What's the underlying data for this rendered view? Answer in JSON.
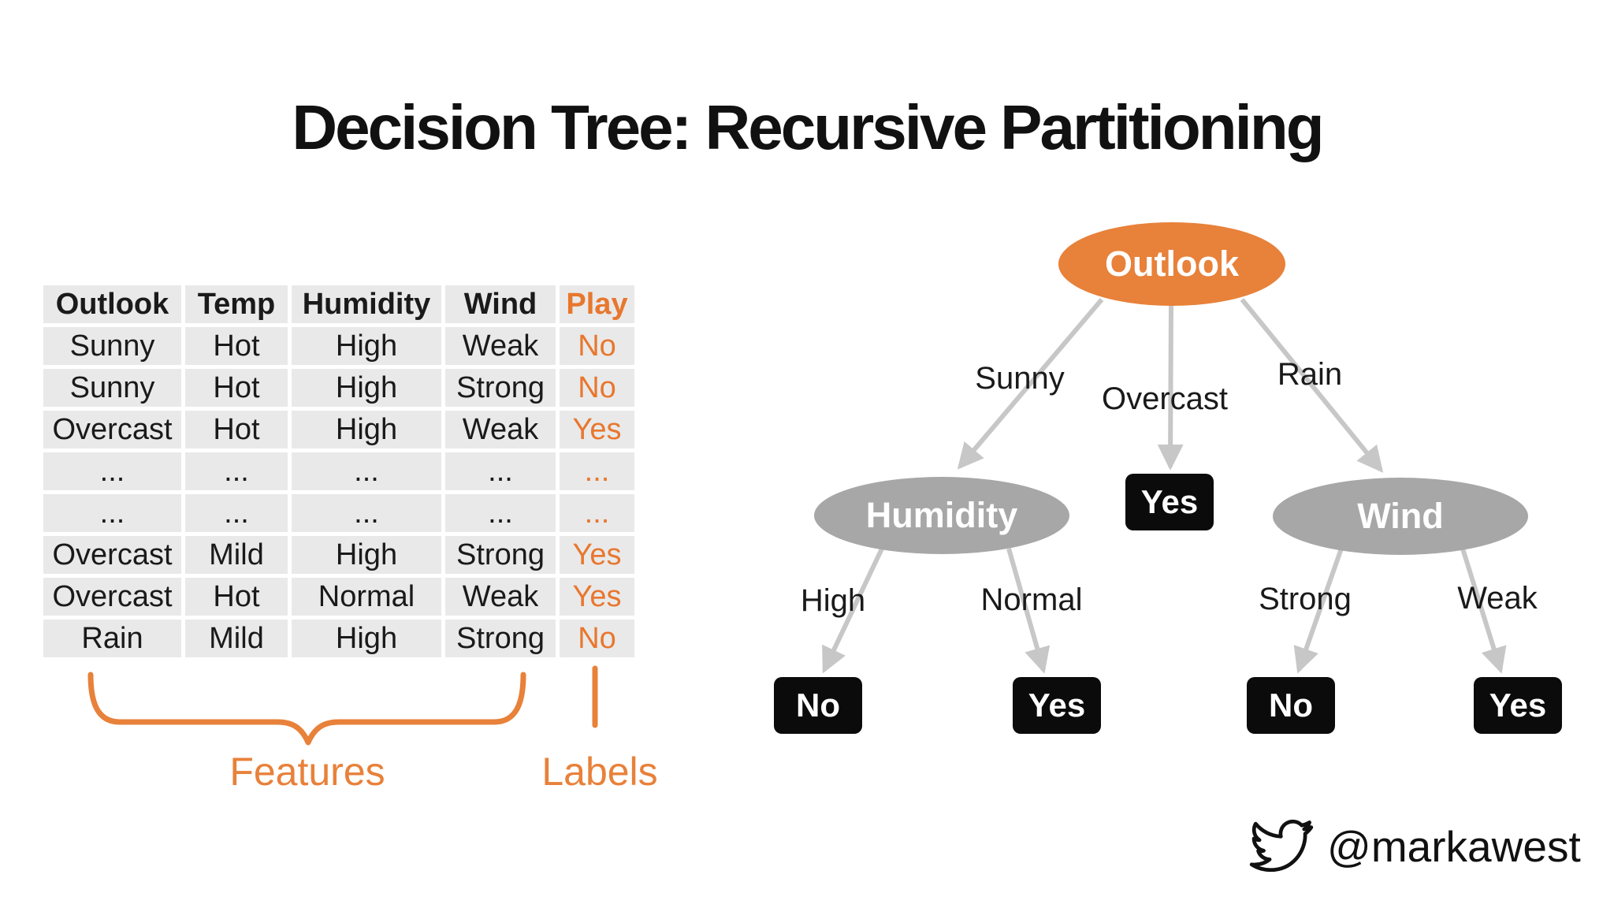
{
  "slide": {
    "title": "Decision Tree: Recursive Partitioning",
    "twitter_handle": "@markawest"
  },
  "table": {
    "columns": [
      "Outlook",
      "Temp",
      "Humidity",
      "Wind",
      "Play"
    ],
    "rows": [
      [
        "Sunny",
        "Hot",
        "High",
        "Weak",
        "No"
      ],
      [
        "Sunny",
        "Hot",
        "High",
        "Strong",
        "No"
      ],
      [
        "Overcast",
        "Hot",
        "High",
        "Weak",
        "Yes"
      ],
      [
        "...",
        "...",
        "...",
        "...",
        "..."
      ],
      [
        "...",
        "...",
        "...",
        "...",
        "..."
      ],
      [
        "Overcast",
        "Mild",
        "High",
        "Strong",
        "Yes"
      ],
      [
        "Overcast",
        "Hot",
        "Normal",
        "Weak",
        "Yes"
      ],
      [
        "Rain",
        "Mild",
        "High",
        "Strong",
        "No"
      ]
    ],
    "annotations": {
      "features": "Features",
      "labels": "Labels"
    }
  },
  "tree": {
    "root": {
      "label": "Outlook"
    },
    "branches": [
      {
        "edge_label": "Sunny",
        "child": {
          "type": "node",
          "label": "Humidity",
          "branches": [
            {
              "edge_label": "High",
              "child": {
                "type": "leaf",
                "label": "No"
              }
            },
            {
              "edge_label": "Normal",
              "child": {
                "type": "leaf",
                "label": "Yes"
              }
            }
          ]
        }
      },
      {
        "edge_label": "Overcast",
        "child": {
          "type": "leaf",
          "label": "Yes"
        }
      },
      {
        "edge_label": "Rain",
        "child": {
          "type": "node",
          "label": "Wind",
          "branches": [
            {
              "edge_label": "Strong",
              "child": {
                "type": "leaf",
                "label": "No"
              }
            },
            {
              "edge_label": "Weak",
              "child": {
                "type": "leaf",
                "label": "Yes"
              }
            }
          ]
        }
      }
    ]
  },
  "colors": {
    "accent_orange": "#E8813A",
    "accent_orange_text": "#E8772E",
    "node_gray": "#A7A7A7",
    "edge_gray": "#C7C7C7",
    "leaf_black": "#0B0B0B",
    "cell_gray": "#E9E9E9",
    "title_black": "#111111"
  }
}
